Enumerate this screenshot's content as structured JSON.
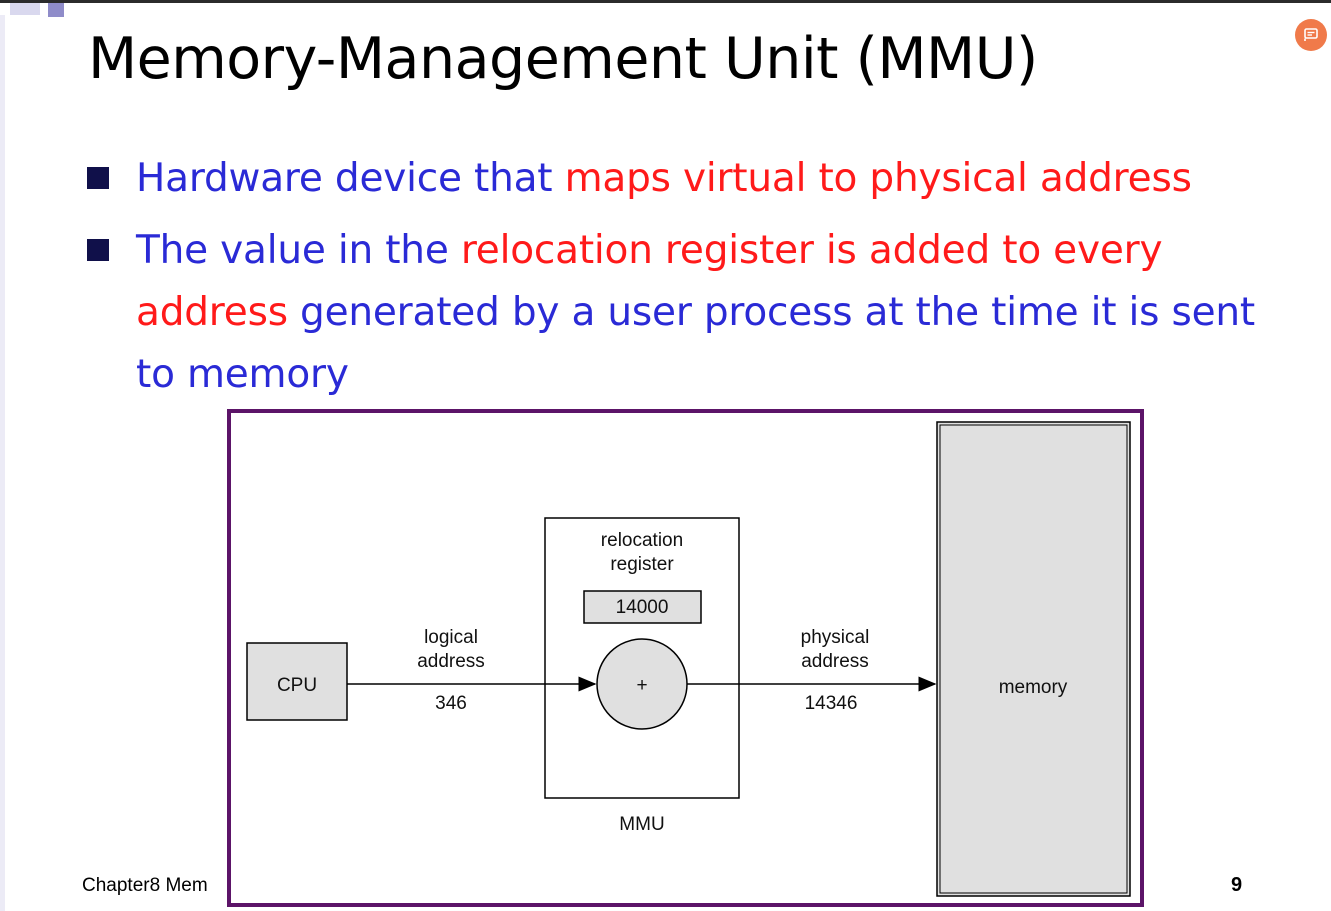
{
  "slide": {
    "title": "Memory-Management Unit (MMU)",
    "bullets": [
      {
        "parts": [
          {
            "text": "Hardware device that ",
            "color": "#2a2ad6"
          },
          {
            "text": "maps virtual to physical address",
            "color": "#ff1a1a"
          }
        ]
      },
      {
        "parts": [
          {
            "text": "The value in the ",
            "color": "#2a2ad6"
          },
          {
            "text": "relocation register is added to every address",
            "color": "#ff1a1a"
          },
          {
            "text": " generated by a user process at the time it is sent to memory",
            "color": "#2a2ad6"
          }
        ]
      }
    ],
    "footer_text": "Chapter8 Mem",
    "page_number": "9"
  },
  "diagram": {
    "cpu_label": "CPU",
    "logical_address_label": [
      "logical",
      "address"
    ],
    "logical_address_value": "346",
    "relocation_register_label": [
      "relocation",
      "register"
    ],
    "relocation_register_value": "14000",
    "adder_symbol": "+",
    "mmu_label": "MMU",
    "physical_address_label": [
      "physical",
      "address"
    ],
    "physical_address_value": "14346",
    "memory_label": "memory"
  },
  "colors": {
    "body_text": "#2a2ad6",
    "highlight_text": "#ff1a1a",
    "frame_border": "#5c1468",
    "box_fill": "#e0e0e0",
    "floating_button": "#f07a4a"
  },
  "icons": {
    "floating_button": "share-screen-icon",
    "bullet_marker": "square-bullet-icon"
  }
}
